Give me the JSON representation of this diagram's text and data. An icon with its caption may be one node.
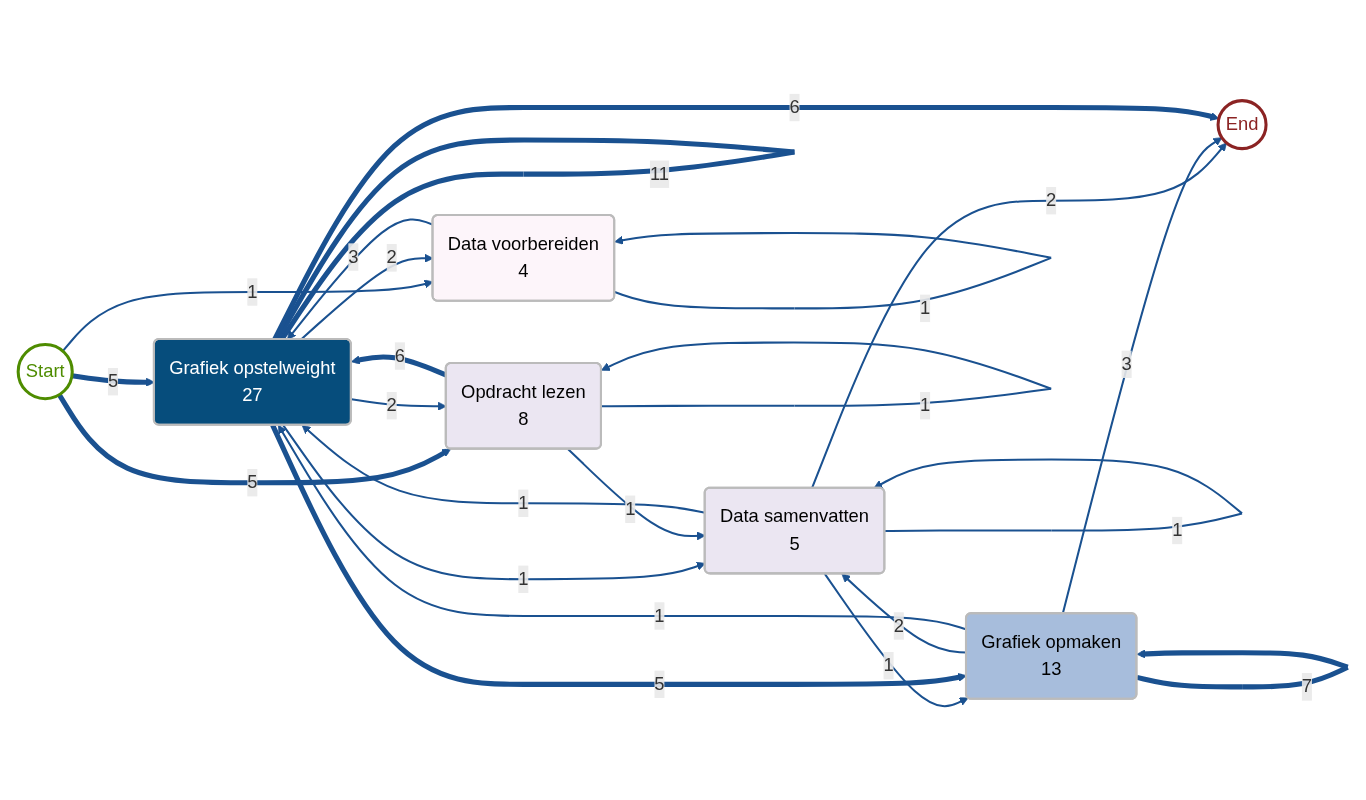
{
  "diagram": {
    "nodes": [
      {
        "text": [
          "Start"
        ]
      },
      {
        "text": [
          "End"
        ]
      },
      {
        "text": [
          "Data samenvatten",
          "5"
        ]
      },
      {
        "text": [
          "Grafiek opmaken",
          "13"
        ]
      },
      {
        "text": [
          "Grafiek opstelweight",
          "27"
        ]
      },
      {
        "text": [
          "Data voorbereiden",
          "4"
        ]
      },
      {
        "text": [
          "Opdracht lezen",
          "8"
        ]
      }
    ],
    "edges": [
      {
        "from": 0,
        "to": 4,
        "arrow": "to",
        "label": "5",
        "style": "thick"
      },
      {
        "from": 0,
        "to": 5,
        "arrow": "to",
        "label": "1"
      },
      {
        "from": 0,
        "to": 6,
        "arrow": "to",
        "label": "5",
        "style": "thick"
      },
      {
        "from": 2,
        "to": 2,
        "arrow": "to",
        "label": "1"
      },
      {
        "from": 2,
        "to": 3,
        "arrow": "to",
        "label": "1"
      },
      {
        "from": 3,
        "to": 2,
        "arrow": "to",
        "label": "2"
      },
      {
        "from": 2,
        "to": 4,
        "arrow": "to",
        "label": "1"
      },
      {
        "from": 4,
        "to": 2,
        "arrow": "to",
        "label": "1"
      },
      {
        "from": 2,
        "to": 1,
        "arrow": "to",
        "label": "2"
      },
      {
        "from": 3,
        "to": 3,
        "arrow": "to",
        "label": "7",
        "style": "thick"
      },
      {
        "from": 3,
        "to": 1,
        "arrow": "to",
        "label": "3"
      },
      {
        "from": 3,
        "to": 4,
        "arrow": "to",
        "label": "1"
      },
      {
        "from": 4,
        "to": 3,
        "arrow": "to",
        "label": "5",
        "style": "thick"
      },
      {
        "from": 4,
        "to": 4,
        "arrow": "to",
        "label": "11",
        "style": "thick"
      },
      {
        "from": 4,
        "to": 1,
        "arrow": "to",
        "label": "6",
        "style": "thick"
      },
      {
        "from": 4,
        "to": 5,
        "arrow": "to",
        "label": "2"
      },
      {
        "from": 5,
        "to": 4,
        "arrow": "to",
        "label": "3"
      },
      {
        "from": 5,
        "to": 5,
        "arrow": "to",
        "label": "1"
      },
      {
        "from": 4,
        "to": 6,
        "arrow": "to",
        "label": "2"
      },
      {
        "from": 6,
        "to": 4,
        "arrow": "to",
        "label": "6",
        "style": "thick"
      },
      {
        "from": 6,
        "to": 6,
        "arrow": "to",
        "label": "1"
      },
      {
        "from": 6,
        "to": 2,
        "arrow": "to",
        "label": "1"
      }
    ]
  }
}
